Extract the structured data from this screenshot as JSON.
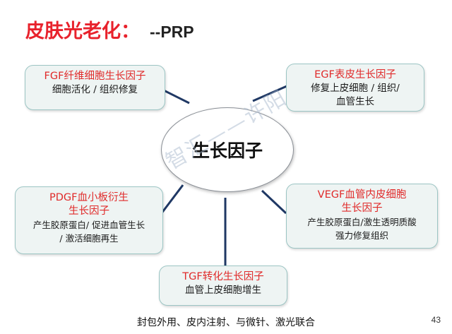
{
  "title": {
    "main": "皮肤光老化：",
    "suffix": "--PRP"
  },
  "center": {
    "label": "生长因子"
  },
  "boxes": {
    "fgf": {
      "title": "FGF纤维细胞生长因子",
      "desc": "细胞活化 / 组织修复"
    },
    "egf": {
      "title": "EGF表皮生长因子",
      "desc1": "修复上皮细胞 / 组织/",
      "desc2": "血管生长"
    },
    "pdgf": {
      "title1": "PDGF血小板衍生",
      "title2": "生长因子",
      "desc1": "产生胶原蛋白/ 促进血管生长",
      "desc2": "/ 激活细胞再生"
    },
    "vegf": {
      "title1": "VEGF血管内皮细胞",
      "title2": "生长因子",
      "desc1": "产生胶原蛋白/激生透明质酸",
      "desc2": "强力修复组织"
    },
    "tgf": {
      "title": "TGF转化生长因子",
      "desc": "血管上皮细胞增生"
    }
  },
  "watermark": "智汇——许阳",
  "footer": "封包外用、皮内注射、与微针、激光联合",
  "page_number": "43",
  "colors": {
    "title_red": "#e8222c",
    "connector_navy": "#1f3864",
    "box_border": "#9cc5c4",
    "box_fill": "#eef4f3"
  }
}
